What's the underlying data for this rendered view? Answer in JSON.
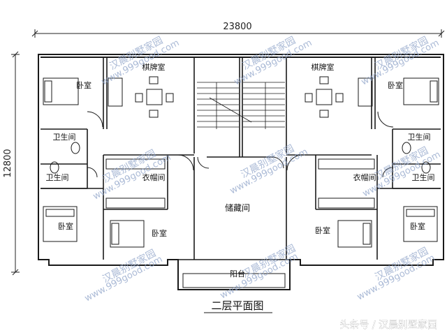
{
  "dimensions": {
    "width": "23800",
    "height": "12800"
  },
  "rooms": {
    "bedroom_tl": "卧室",
    "chess_left": "棋牌室",
    "chess_right": "棋牌室",
    "bedroom_tr": "卧室",
    "bath_l1": "卫生间",
    "bath_l2": "卫生间",
    "bath_r1": "卫生间",
    "bath_r2": "卫生间",
    "closet_left": "衣帽间",
    "closet_right": "衣帽间",
    "storage": "储藏间",
    "bedroom_bl": "卧室",
    "bedroom_bm_left": "卧室",
    "bedroom_bm_right": "卧室",
    "bedroom_br": "卧室",
    "balcony": "阳台"
  },
  "plan_title": "二层平面图",
  "watermark": {
    "name": "汉晨别墅家园",
    "url": "www.999good.com"
  },
  "source_credit": "头条号 / 汉晨别墅家园",
  "colors": {
    "line": "#1a1a1a",
    "watermark": "#8fa4c9",
    "background": "#ffffff"
  }
}
